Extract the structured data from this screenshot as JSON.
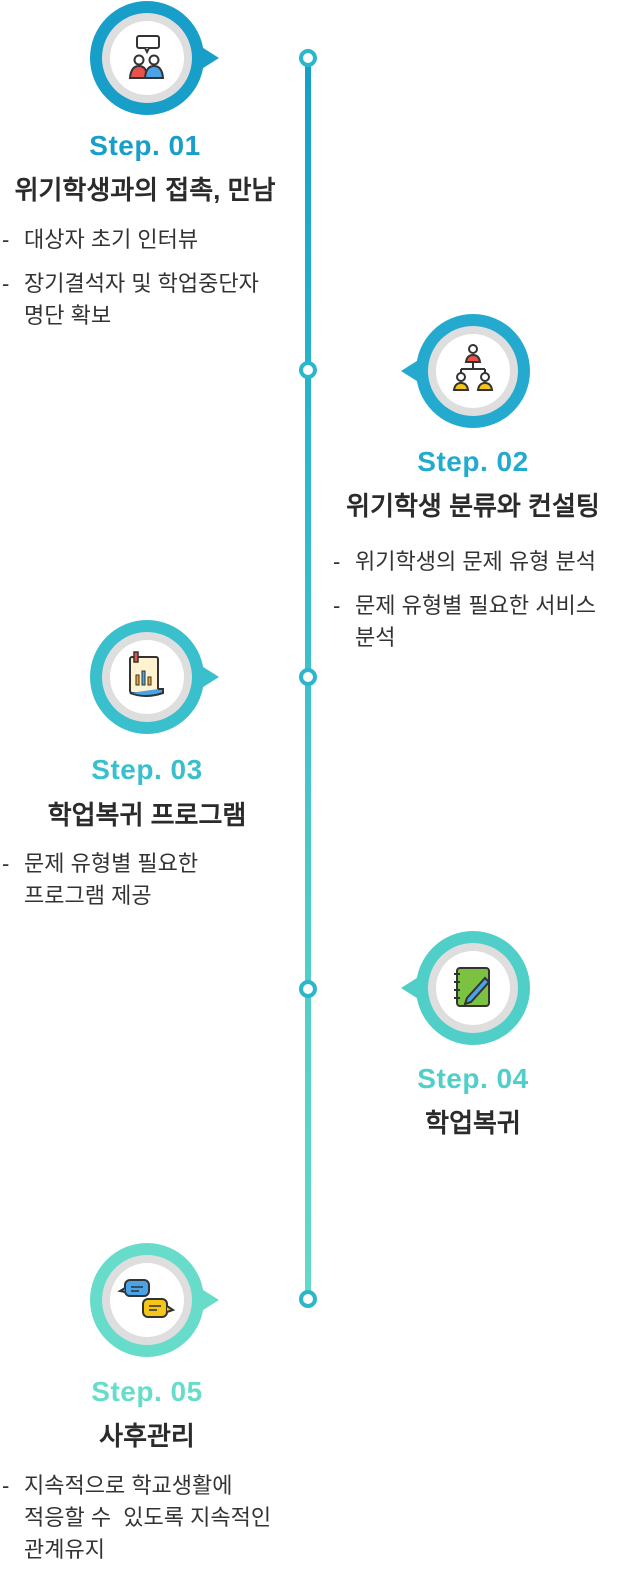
{
  "colors": {
    "step1": "#179ec9",
    "step2": "#23aace",
    "step3": "#3abfcc",
    "step4": "#4fcfc8",
    "step5": "#68dccb",
    "ring_inner": "#dedede"
  },
  "steps": [
    {
      "label": "Step. 01",
      "title": "위기학생과의 접촉, 만남",
      "icon": "meeting-people-icon",
      "bullets": [
        {
          "dash": "-",
          "lines": [
            "대상자 초기 인터뷰"
          ]
        },
        {
          "dash": "-",
          "lines": [
            "장기결석자 및 학업중단자",
            "명단 확보"
          ]
        }
      ]
    },
    {
      "label": "Step. 02",
      "title": "위기학생 분류와 컨설팅",
      "icon": "org-chart-people-icon",
      "bullets": [
        {
          "dash": "-",
          "lines": [
            "위기학생의 문제 유형 분석"
          ]
        },
        {
          "dash": "-",
          "lines": [
            "문제 유형별 필요한 서비스",
            "분석"
          ]
        }
      ]
    },
    {
      "label": "Step. 03",
      "title": "학업복귀 프로그램",
      "icon": "report-chart-icon",
      "bullets": [
        {
          "dash": "-",
          "lines": [
            "문제 유형별 필요한",
            "프로그램 제공"
          ]
        }
      ]
    },
    {
      "label": "Step. 04",
      "title": "학업복귀",
      "icon": "notebook-pen-icon",
      "bullets": []
    },
    {
      "label": "Step. 05",
      "title": "사후관리",
      "icon": "chat-bubbles-icon",
      "bullets": [
        {
          "dash": "-",
          "lines": [
            "지속적으로 학교생활에",
            "적응할 수  있도록 지속적인",
            "관계유지"
          ]
        }
      ]
    }
  ]
}
